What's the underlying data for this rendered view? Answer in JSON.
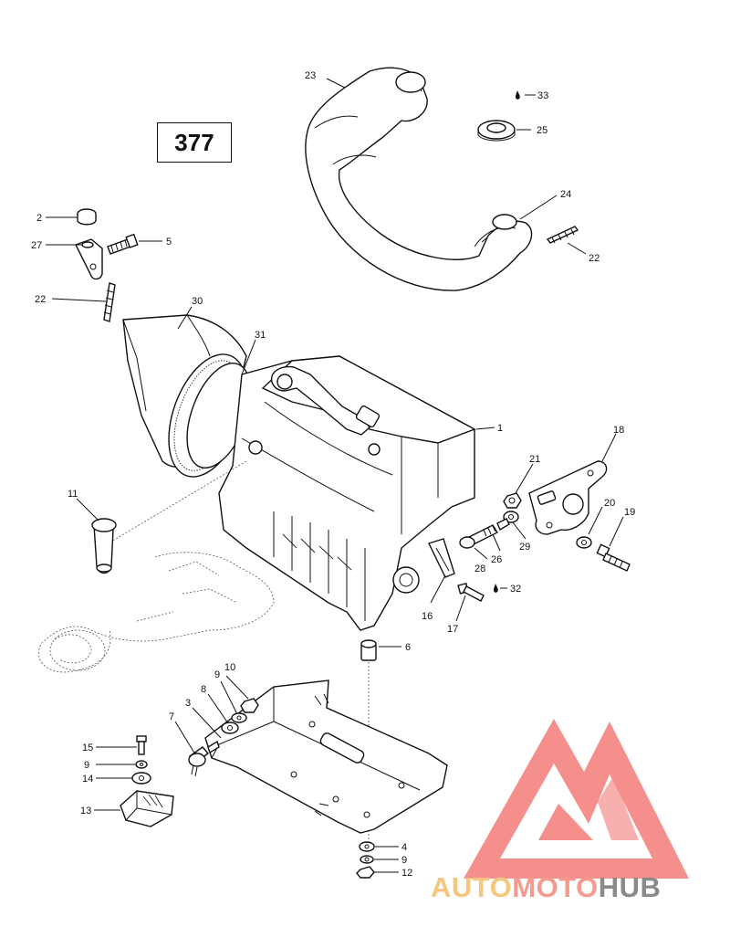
{
  "diagram": {
    "reference_number": "377",
    "callouts": [
      {
        "id": "c1",
        "text": "1"
      },
      {
        "id": "c2",
        "text": "2"
      },
      {
        "id": "c3",
        "text": "3"
      },
      {
        "id": "c4",
        "text": "4"
      },
      {
        "id": "c5",
        "text": "5"
      },
      {
        "id": "c6",
        "text": "6"
      },
      {
        "id": "c7",
        "text": "7"
      },
      {
        "id": "c8",
        "text": "8"
      },
      {
        "id": "c9a",
        "text": "9"
      },
      {
        "id": "c9b",
        "text": "9"
      },
      {
        "id": "c9c",
        "text": "9"
      },
      {
        "id": "c10",
        "text": "10"
      },
      {
        "id": "c11",
        "text": "11"
      },
      {
        "id": "c12",
        "text": "12"
      },
      {
        "id": "c13",
        "text": "13"
      },
      {
        "id": "c14",
        "text": "14"
      },
      {
        "id": "c15",
        "text": "15"
      },
      {
        "id": "c16",
        "text": "16"
      },
      {
        "id": "c17",
        "text": "17"
      },
      {
        "id": "c18",
        "text": "18"
      },
      {
        "id": "c19",
        "text": "19"
      },
      {
        "id": "c20",
        "text": "20"
      },
      {
        "id": "c21",
        "text": "21"
      },
      {
        "id": "c22a",
        "text": "22"
      },
      {
        "id": "c22b",
        "text": "22"
      },
      {
        "id": "c23",
        "text": "23"
      },
      {
        "id": "c24",
        "text": "24"
      },
      {
        "id": "c25",
        "text": "25"
      },
      {
        "id": "c26",
        "text": "26"
      },
      {
        "id": "c27",
        "text": "27"
      },
      {
        "id": "c28",
        "text": "28"
      },
      {
        "id": "c29",
        "text": "29"
      },
      {
        "id": "c30",
        "text": "30"
      },
      {
        "id": "c31",
        "text": "31"
      },
      {
        "id": "c32",
        "text": "32"
      },
      {
        "id": "c33",
        "text": "33"
      }
    ]
  },
  "watermark": {
    "part1": "AUTO",
    "part2": "MOTO",
    "part3": "HUB",
    "colors": {
      "auto": "#f5c77e",
      "moto": "#f59a8e",
      "hub": "#8a8a8a",
      "logo": "#f47c78"
    }
  }
}
